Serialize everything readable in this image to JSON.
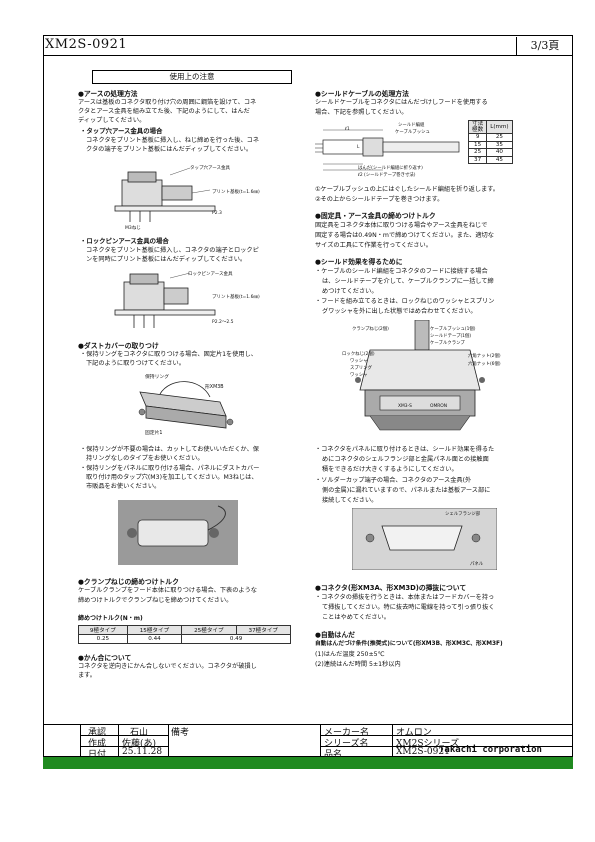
{
  "header": {
    "doc_no": "XM2S-0921",
    "page": "3/3頁"
  },
  "left": {
    "usage_title": "使用上の注意",
    "earth": {
      "heading": "●アースの処理方法",
      "text": [
        "アースは基板のコネクタ取り付け穴の周囲に鋼箔を設けて、コネ",
        "クタとアース金具を組み立てた後、下記のようにして、はんだ",
        "ディップしてください。"
      ],
      "tap_heading": "・タップ穴アース金具の場合",
      "tap_text": [
        "コネクタをプリント基板に挿入し、ねじ締めを行った後、コネ",
        "クタの端子をプリント基板にはんだディップしてください。"
      ],
      "tap_fig": {
        "l1": "タップ穴アース金具",
        "l2": "プリント基板(t=1.6㎜)",
        "l3": "P2.3",
        "l4": "M3ねじ"
      },
      "lock_heading": "・ロックピンアース金具の場合",
      "lock_text": [
        "コネクタをプリント基板に挿入し、コネクタの端子とロックピ",
        "ンを同時にプリント基板にはんだディップしてください。"
      ],
      "lock_fig": {
        "l1": "ロックピンアース金具",
        "l2": "プリント基板(t=1.6㎜)",
        "l3": "P2.2～2.5"
      }
    },
    "dust": {
      "heading": "●ダストカバーの取りつけ",
      "text": [
        "・保持リングをコネクタに取りつける場合、固定片1を使用し、",
        "下記のように取りつけてください。"
      ],
      "fig": {
        "l1": "保持リング",
        "l2": "形XM3B",
        "l3": "固定片1"
      },
      "text2": [
        "・保持リングが不要の場合は、カットしてお使いいただくか、保",
        "持リングなしのタイプをお使いください。",
        "・保持リングをパネルに取り付ける場合、パネルにダストカバー",
        "取り付け用のタップ穴(M3)を加工してください。M3ねじは、",
        "市販品をお使いください。"
      ]
    },
    "clamp": {
      "heading": "●クランプねじの締めつけトルク",
      "text": [
        "ケーブルクランプをフード本体に取りつける場合、下表のような",
        "締めつけトルクでクランプねじを締めつけてください。"
      ],
      "table_title": "締めつけトルク(N・m)",
      "cols": [
        "9極タイプ",
        "15極タイプ",
        "25極タイプ",
        "37極タイプ"
      ],
      "vals": [
        "0.25",
        "0.44",
        "0.49"
      ]
    },
    "mating": {
      "heading": "●かん合について",
      "text": [
        "コネクタを逆向きにかん合しないでください。コネクタが破損し",
        "ます。"
      ]
    }
  },
  "right": {
    "shield": {
      "heading": "●シールドケーブルの処理方法",
      "text": [
        "シールドケーブルをコネクタにはんだづけしフードを使用する",
        "場合、下記を参照してください。"
      ],
      "fig": {
        "l1": "シールド編組",
        "l2": "ケーブルブッシュ",
        "l3": "はんだ(シールド編組に折り返す)",
        "l4": "ℓ2 (シールドテープ巻き寸法)",
        "l5": "ℓ1",
        "l6": "L"
      },
      "ltable": {
        "h1": "寸法",
        "h1b": "極数",
        "h2": "L(mm)",
        "rows": [
          [
            "9",
            "25"
          ],
          [
            "15",
            "35"
          ],
          [
            "25",
            "40"
          ],
          [
            "37",
            "45"
          ]
        ]
      },
      "notes": [
        "①ケーブルブッシュの上にはぐしたシールド編組を折り返します。",
        "②その上からシールドテープを巻きつけます。"
      ]
    },
    "fixing": {
      "heading": "●固定具・アース金具の締めつけトルク",
      "text": [
        "固定具をコネクタ本体に取りつける場合やアース金具をねじで",
        "固定する場合は0.49N・mで締めつけてください。また、適切な",
        "サイズの工具にて作業を行ってください。"
      ]
    },
    "effect": {
      "heading": "●シールド効果を得るために",
      "text": [
        "・ケーブルのシールド編組をコネクタのフードに接続する場合",
        "は、シールドテープを介して、ケーブルクランプに一括して締",
        "めつけてください。",
        "・フードを組み立てるときは、ロックねじのワッシャとスプリン",
        "グワッシャを外に出した状態ではめ合わせてください。"
      ],
      "fig": {
        "a": "クランプねじ(2個)",
        "b": "ケーブルブッシュ(1個)",
        "c": "シールドテープ(1個)",
        "d": "ケーブルクランプ",
        "e": "ロックねじ(2個)",
        "f": "ワッシャ",
        "g": "スプリング",
        "h": "ワッシャ",
        "i": "六角ナット(2個)",
        "j": "六角ナット(6個)",
        "k": "XM3-S",
        "m": "OMRON"
      },
      "text2": [
        "・コネクタをパネルに取り付けるときは、シールド効果を得るた",
        "めにコネクタのシェルフランジ部と金属パネル面との接触面",
        "積をできるだけ大きくするようにしてください。",
        "・ソルダーカップ端子の場合、コネクタのアース金具(外",
        "側の金属)に漏れていますので、パネルまたは基板アース部に",
        "接続してください。"
      ],
      "fig2": {
        "a": "シェルフランジ部",
        "b": "パネル"
      }
    },
    "cleaning": {
      "heading": "●コネクタ(形XM3A、形XM3D)の挿抜について",
      "text": [
        "・コネクタの挿抜を行うときは、本体またはフードカバーを持っ",
        "て挿抜してください。特に抜去時に電線を持って引っ張り抜く",
        "ことはやめてください。"
      ]
    },
    "solder": {
      "heading": "●自動はんだ",
      "cond": "自動はんだづけ条件(推奨式)について(形XM3B、形XM3C、形XM3F)",
      "items": [
        "(1)はんだ温度 250±5℃",
        "(2)連続はんだ時間 5±1秒以内"
      ]
    }
  },
  "footer": {
    "approve_label": "承認",
    "approve_name": "石山",
    "remarks_label": "備考",
    "made_label": "作成",
    "made_name": "佐藤(あ)",
    "date_label": "日付",
    "date_value": "25.11.28",
    "maker_label": "メーカー名",
    "maker_value": "オムロン",
    "series_label": "シリーズ名",
    "series_value": "XM2Sシリーズ",
    "product_label": "品名",
    "product_value": "XM2S-0921",
    "corp": "Takachi corporation"
  },
  "colors": {
    "footer_bar": "#1f8a1f"
  }
}
